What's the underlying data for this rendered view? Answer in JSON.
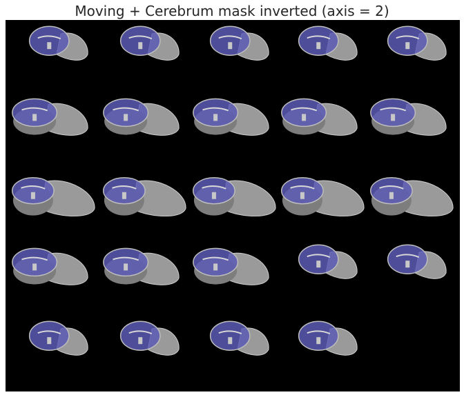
{
  "figure": {
    "title": "Moving + Cerebrum mask inverted (axis = 2)"
  },
  "grid": {
    "rows": 5,
    "cols": 5,
    "slice_count": 24
  },
  "colors": {
    "background": "#000000",
    "figure_bg": "#ffffff",
    "mask_overlay": "#5a5ab4",
    "tissue_gray": "#9a9a9a"
  },
  "slices": [
    {
      "row": 0,
      "col": 0,
      "kind": "small"
    },
    {
      "row": 0,
      "col": 1,
      "kind": "small"
    },
    {
      "row": 0,
      "col": 2,
      "kind": "small"
    },
    {
      "row": 0,
      "col": 3,
      "kind": "small"
    },
    {
      "row": 0,
      "col": 4,
      "kind": "small"
    },
    {
      "row": 1,
      "col": 0,
      "kind": "medium"
    },
    {
      "row": 1,
      "col": 1,
      "kind": "medium"
    },
    {
      "row": 1,
      "col": 2,
      "kind": "medium"
    },
    {
      "row": 1,
      "col": 3,
      "kind": "medium"
    },
    {
      "row": 1,
      "col": 4,
      "kind": "medium"
    },
    {
      "row": 2,
      "col": 0,
      "kind": "large"
    },
    {
      "row": 2,
      "col": 1,
      "kind": "large"
    },
    {
      "row": 2,
      "col": 2,
      "kind": "large"
    },
    {
      "row": 2,
      "col": 3,
      "kind": "large"
    },
    {
      "row": 2,
      "col": 4,
      "kind": "large"
    },
    {
      "row": 3,
      "col": 0,
      "kind": "medium"
    },
    {
      "row": 3,
      "col": 1,
      "kind": "medium"
    },
    {
      "row": 3,
      "col": 2,
      "kind": "medium"
    },
    {
      "row": 3,
      "col": 3,
      "kind": "small"
    },
    {
      "row": 3,
      "col": 4,
      "kind": "small"
    },
    {
      "row": 4,
      "col": 0,
      "kind": "small"
    },
    {
      "row": 4,
      "col": 1,
      "kind": "small"
    },
    {
      "row": 4,
      "col": 2,
      "kind": "small"
    },
    {
      "row": 4,
      "col": 3,
      "kind": "small"
    }
  ]
}
